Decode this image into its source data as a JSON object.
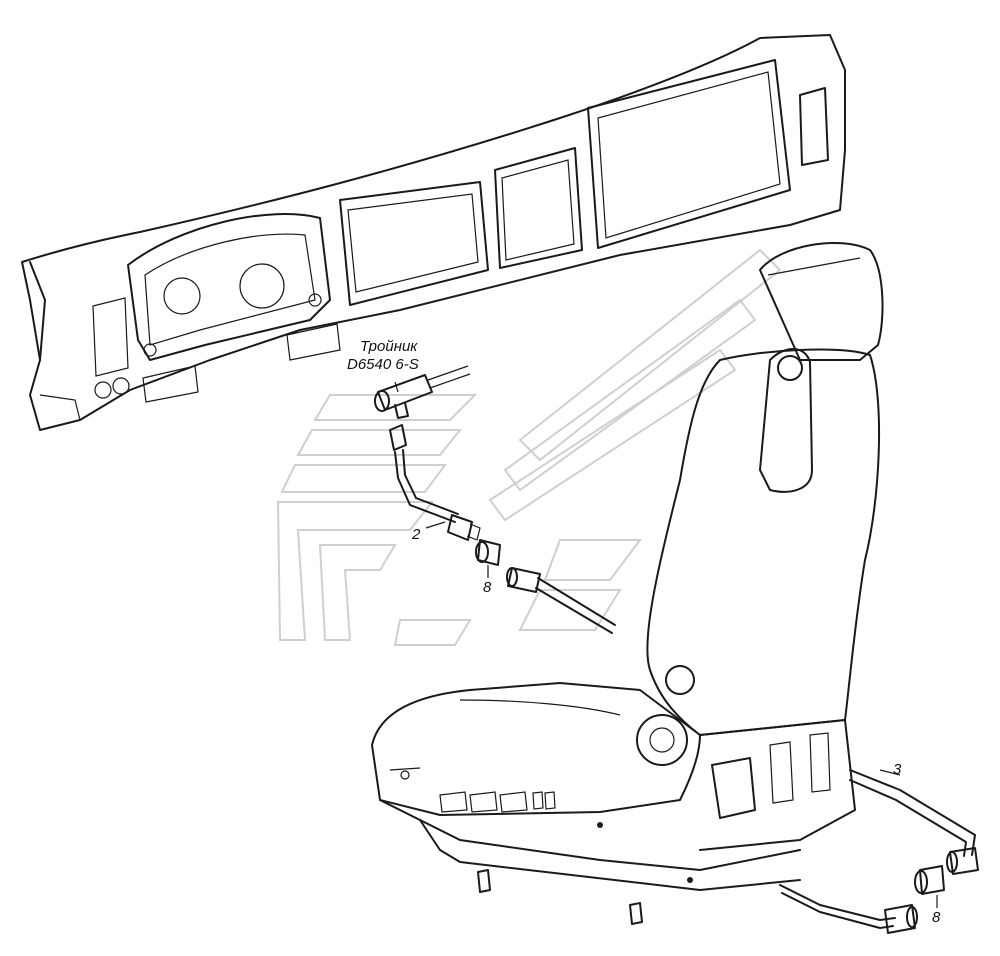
{
  "labels": {
    "tee_name": "Тройник",
    "tee_code": "D6540 6-S",
    "part_2": "2",
    "part_8_upper": "8",
    "part_3": "3",
    "part_8_lower": "8"
  }
}
